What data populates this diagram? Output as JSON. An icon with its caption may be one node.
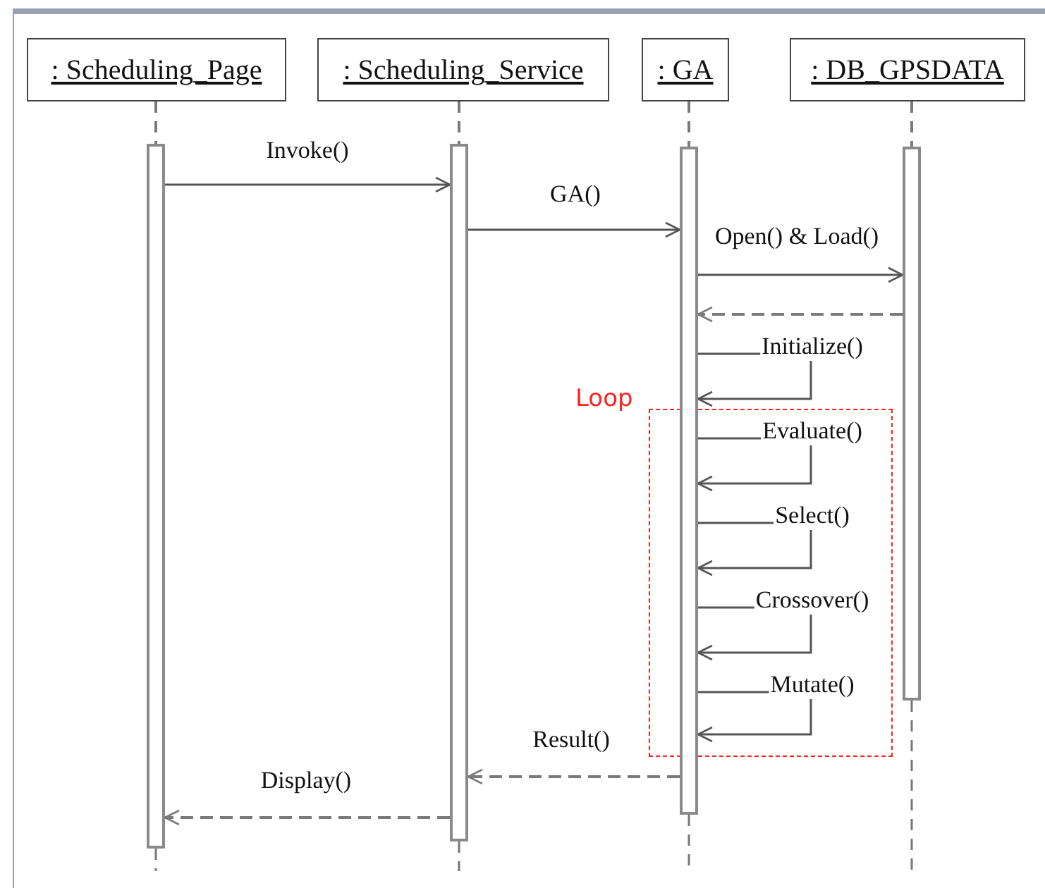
{
  "diagram": {
    "nodes": [
      {
        "text": [
          ": Scheduling_Page"
        ]
      },
      {
        "text": [
          ": Scheduling_Service"
        ]
      },
      {
        "text": [
          ": GA"
        ]
      },
      {
        "text": [
          ": DB_GPSDATA"
        ]
      },
      {
        "text": [],
        "shape": "bar"
      },
      {
        "text": [],
        "shape": "bar"
      },
      {
        "text": [],
        "shape": "bar"
      },
      {
        "text": [],
        "shape": "bar"
      }
    ],
    "labels": [
      "Loop"
    ],
    "edges": [
      {
        "from": 0,
        "to": 4,
        "arrow": "none",
        "style": "dashed"
      },
      {
        "from": 1,
        "to": 5,
        "arrow": "none",
        "style": "dashed"
      },
      {
        "from": 2,
        "to": 6,
        "arrow": "none",
        "style": "dashed"
      },
      {
        "from": 3,
        "to": 7,
        "arrow": "none",
        "style": "dashed"
      },
      {
        "from": 4,
        "to": 5,
        "arrow": "to",
        "label": "Invoke()"
      },
      {
        "from": 5,
        "to": 6,
        "arrow": "to",
        "label": "GA()"
      },
      {
        "from": 6,
        "to": 7,
        "arrow": "to",
        "label": "Open() & Load()"
      },
      {
        "from": 7,
        "to": 6,
        "arrow": "to",
        "style": "dashed"
      },
      {
        "from": 6,
        "to": 6,
        "arrow": "to",
        "label": "Initialize()"
      },
      {
        "from": 6,
        "to": 6,
        "arrow": "to",
        "label": "Evaluate()"
      },
      {
        "from": 6,
        "to": 6,
        "arrow": "to",
        "label": "Select()"
      },
      {
        "from": 6,
        "to": 6,
        "arrow": "to",
        "label": "Crossover()"
      },
      {
        "from": 6,
        "to": 6,
        "arrow": "to",
        "label": "Mutate()"
      },
      {
        "from": 6,
        "to": 5,
        "arrow": "to",
        "style": "dashed",
        "label": "Result()"
      },
      {
        "from": 5,
        "to": 4,
        "arrow": "to",
        "style": "dashed",
        "label": "Display()"
      }
    ]
  }
}
